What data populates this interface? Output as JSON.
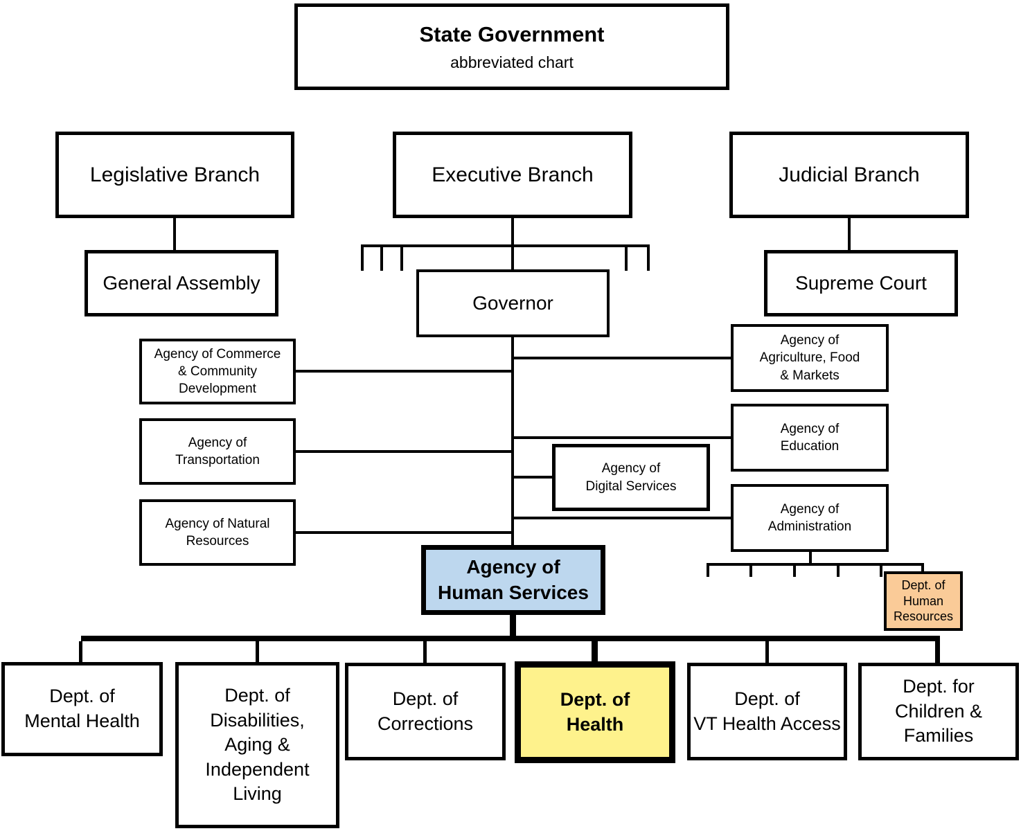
{
  "chart": {
    "title": "State Government",
    "subtitle": "abbreviated chart",
    "nodes": {
      "legislative": "Legislative Branch",
      "executive": "Executive Branch",
      "judicial": "Judicial Branch",
      "general_assembly": "General Assembly",
      "governor": "Governor",
      "supreme_court": "Supreme Court",
      "commerce": "Agency of Commerce\n& Community\nDevelopment",
      "transportation": "Agency of\nTransportation",
      "natural_resources": "Agency of Natural\nResources",
      "agriculture": "Agency of\nAgriculture, Food\n& Markets",
      "education": "Agency of\nEducation",
      "digital_services": "Agency of\nDigital Services",
      "administration": "Agency of\nAdministration",
      "human_services": "Agency of\nHuman Services",
      "human_resources": "Dept. of\nHuman\nResources",
      "mental_health": "Dept. of\nMental Health",
      "disabilities": "Dept. of\nDisabilities,\nAging &\nIndependent\nLiving",
      "corrections": "Dept. of\nCorrections",
      "health": "Dept. of\nHealth",
      "vt_health_access": "Dept. of\nVT Health Access",
      "children_families": "Dept. for\nChildren &\nFamilies"
    },
    "colors": {
      "human_services_fill": "#BDD7EE",
      "health_fill": "#FEF28C",
      "human_resources_fill": "#FACB98",
      "line": "#000000"
    }
  }
}
